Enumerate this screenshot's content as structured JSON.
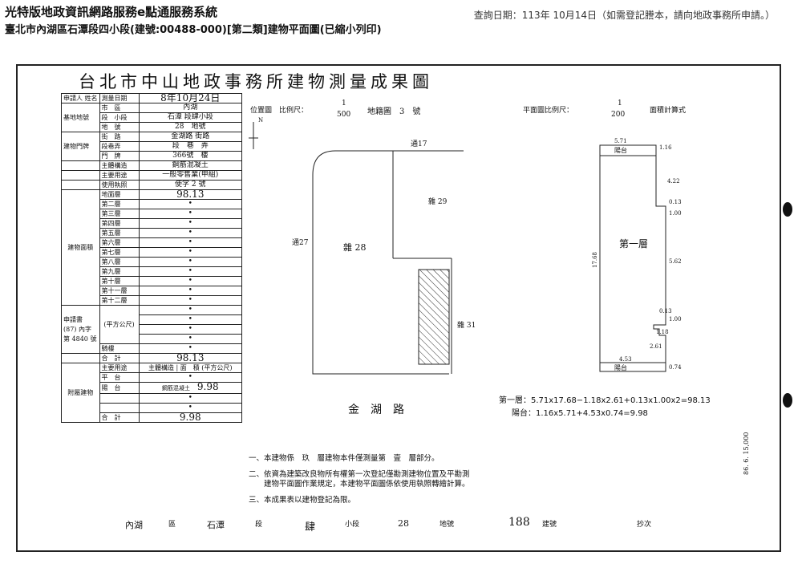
{
  "header": {
    "title": "光特版地政資訊網路服務e點通服務系統",
    "subtitle": "臺北市內湖區石潭段四小段(建號:00488-000)[第二類]建物平面圖(已縮小列印)",
    "query_date": "查詢日期：113年 10月14日（如需登記謄本，請向地政事務所申請。）"
  },
  "document": {
    "title": "台北市中山地政事務所建物測量成果圖",
    "table": [
      {
        "label": "申請人 姓名",
        "sub": "測量日期",
        "value": "8年10月24日"
      },
      {
        "label": "基地地號",
        "sub": "市　區",
        "value": "內湖"
      },
      {
        "label": "",
        "sub": "段　小段",
        "value": "石潭 段肆小段"
      },
      {
        "label": "",
        "sub": "地　號",
        "value": "28　地號"
      },
      {
        "label": "建物門牌",
        "sub": "街　路",
        "value": "金湖路 街路"
      },
      {
        "label": "",
        "sub": "段巷弄",
        "value": "段　巷　弄"
      },
      {
        "label": "",
        "sub": "門　牌",
        "value": "366號　樓"
      },
      {
        "label": "",
        "sub": "主體構造",
        "value": "鋼筋混凝土"
      },
      {
        "label": "",
        "sub": "主要用途",
        "value": "一般零售業(甲組)"
      },
      {
        "label": "",
        "sub": "使用執照",
        "value": "使字 2 號"
      }
    ],
    "floors": [
      {
        "name": "地面層",
        "value": "98.13"
      },
      {
        "name": "第二層",
        "value": "•"
      },
      {
        "name": "第三層",
        "value": "•"
      },
      {
        "name": "第四層",
        "value": "•"
      },
      {
        "name": "第五層",
        "value": "•"
      },
      {
        "name": "第六層",
        "value": "•"
      },
      {
        "name": "第七層",
        "value": "•"
      },
      {
        "name": "第八層",
        "value": "•"
      },
      {
        "name": "第九層",
        "value": "•"
      },
      {
        "name": "第十層",
        "value": "•"
      },
      {
        "name": "第十一層",
        "value": "•"
      },
      {
        "name": "第十二層",
        "value": "•"
      }
    ],
    "area_section_label": "建物面積",
    "area_unit": "(平方公尺)",
    "applicant_no": "申請書 (87) 內字第 4840 號",
    "floors_misc": "騎樓",
    "total_label": "合　計",
    "total_value": "98.13",
    "annex": {
      "label": "附屬建物",
      "col1": "主要用途",
      "col2": "主體構造",
      "col3": "面　積 (平方公尺)",
      "rows": [
        {
          "use": "平　台",
          "struct": "",
          "area": "•"
        },
        {
          "use": "陽　台",
          "struct": "鋼筋混凝土",
          "area": "9.98"
        },
        {
          "use": "",
          "struct": "",
          "area": "•"
        },
        {
          "use": "",
          "struct": "",
          "area": "•"
        }
      ],
      "total_label": "合　計",
      "total_value": "9.98"
    },
    "location_map": {
      "heading": "位置圖　比例尺：",
      "scale_num": "1",
      "scale_den": "500",
      "sheet": "地籍圖　3　號",
      "north": "N",
      "labels": {
        "top": "通17",
        "p29": "雜 29",
        "p27": "通27",
        "p28": "雜 28",
        "p31": "雜 31",
        "road": "金　湖　路"
      }
    },
    "plan": {
      "heading": "平面圖比例尺：",
      "scale_num": "1",
      "scale_den": "200",
      "method": "面積計算式",
      "floor_label": "第一層",
      "balcony": "陽台",
      "dims": {
        "top": "5.71",
        "bottom": "4.53",
        "left": "17.68",
        "r1": "4.22",
        "r2": "0.13",
        "r3": "1.00",
        "r4": "5.62",
        "r5": "0.13",
        "r6": "1.00",
        "r7": "1.18",
        "r8": "2.61",
        "b1": "1.16",
        "b2": "0.74"
      }
    },
    "formulas": [
      {
        "label": "第一層：",
        "value": "5.71x17.68−1.18x2.61+0.13x1.00x2=98.13"
      },
      {
        "label": "陽台：",
        "value": "1.16x5.71+4.53x0.74=9.98"
      }
    ],
    "notes": [
      "一、本建物係　玖　層建物本件僅測量第　壹　層部分。",
      "二、依資為建築改良物所有權第一次登記僅勘測建物位置及平勘測",
      "　　建物平面圖作業規定，本建物平面圖係依使用執照轉繪計算。",
      "三、本成果表以建物登記為限。"
    ],
    "bottom": {
      "district": "內湖",
      "district_suffix": "區",
      "section": "石潭",
      "section_suffix": "段",
      "sub": "肆",
      "sub_suffix": "小段",
      "lot": "28",
      "lot_suffix": "地號",
      "bno": "188",
      "bno_suffix": "建號",
      "copy": "抄次"
    },
    "stamp": "86. 6. 15,000"
  }
}
